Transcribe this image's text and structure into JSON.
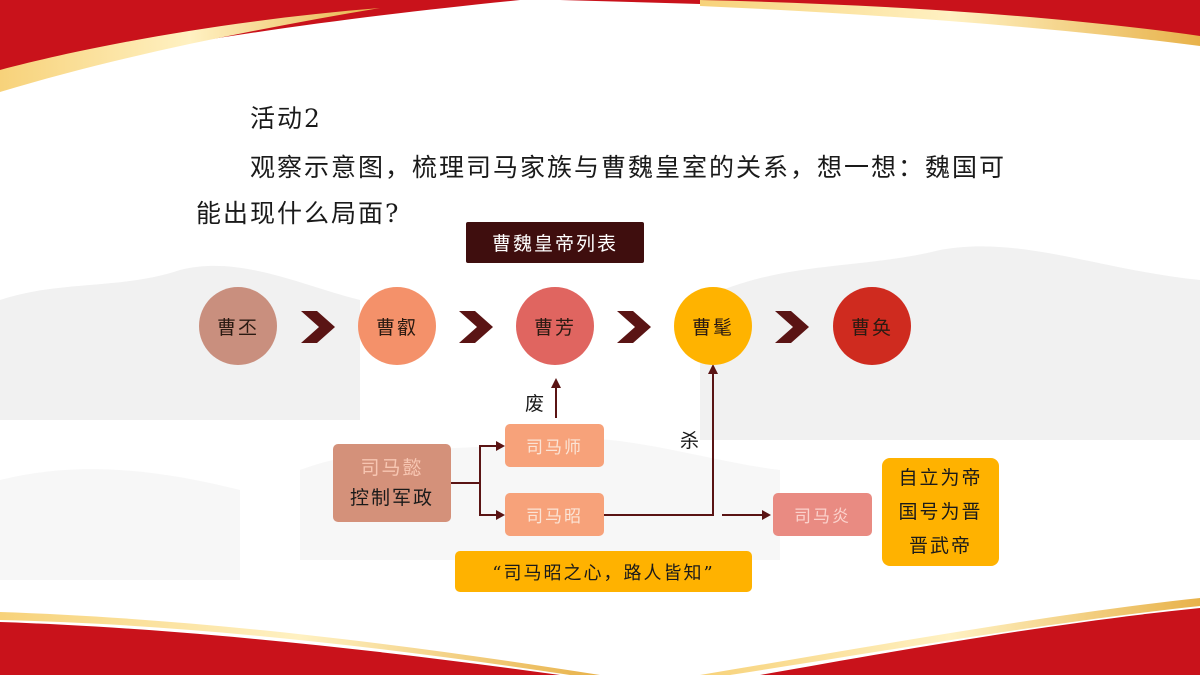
{
  "activity": "活动2",
  "instruction_line1": "观察示意图，梳理司马家族与曹魏皇室的关系，想一想：魏国可",
  "instruction_line2": "能出现什么局面?",
  "list_title": "曹魏皇帝列表",
  "emperors": [
    {
      "name": "曹丕",
      "color": "#c98f7e"
    },
    {
      "name": "曹叡",
      "color": "#f4916a"
    },
    {
      "name": "曹芳",
      "color": "#e06560"
    },
    {
      "name": "曹髦",
      "color": "#ffb300"
    },
    {
      "name": "曹奂",
      "color": "#cf2b1f"
    }
  ],
  "arrow_color": "#5a1414",
  "sima_yi": {
    "name": "司马懿",
    "role": "控制军政"
  },
  "sima_shi": "司马师",
  "sima_zhao": "司马昭",
  "sima_yan": "司马炎",
  "label_depose": "废",
  "label_kill": "杀",
  "result": [
    "自立为帝",
    "国号为晋",
    "晋武帝"
  ],
  "quote": "“司马昭之心，路人皆知”"
}
